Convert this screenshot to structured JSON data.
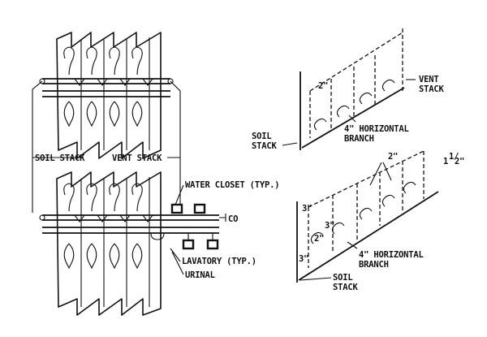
{
  "labels": {
    "soil_stack_left": "SOIL STACK",
    "vent_stack_left": "VENT STACK",
    "water_closet": "WATER CLOSET (TYP.)",
    "cleanout": "CO",
    "lavatory": "LAVATORY (TYP.)",
    "urinal": "URINAL",
    "vent_stack_top_1": "VENT",
    "vent_stack_top_2": "STACK",
    "top_2in": "2\"",
    "top_branch_1": "4\" HORIZONTAL",
    "top_branch_2": "BRANCH",
    "top_soil_1": "SOIL",
    "top_soil_2": "STACK",
    "bot_2in": "2\"",
    "bot_1half": "1",
    "bot_half_frac": "1/",
    "bot_half_den": "2\"",
    "bot_3in_top": "3\"",
    "bot_3in_small": "3\"",
    "bot_2in_small": "2\"",
    "bot_3in_low": "3\"",
    "bot_branch_1": "4\" HORIZONTAL",
    "bot_branch_2": "BRANCH",
    "bot_soil_1": "SOIL",
    "bot_soil_2": "STACK"
  }
}
